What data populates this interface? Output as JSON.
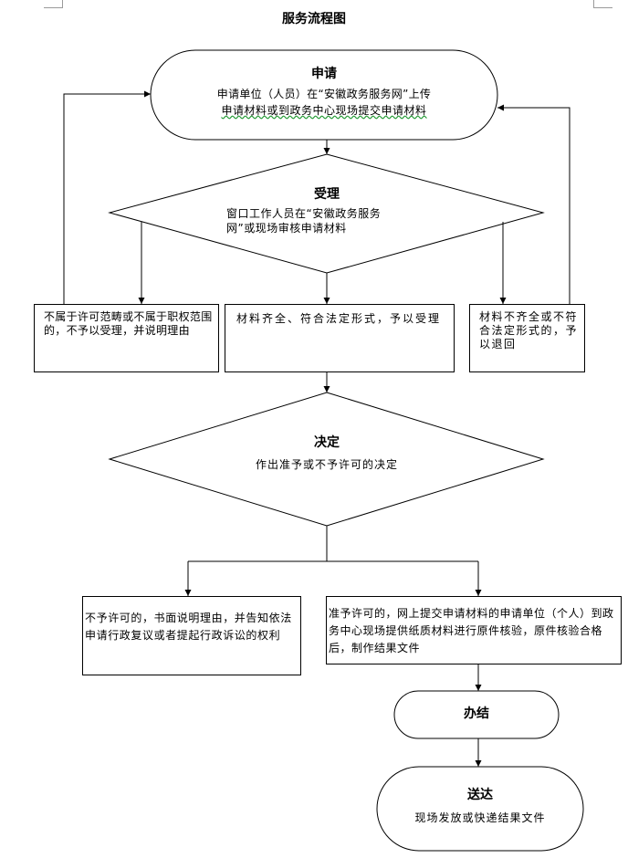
{
  "title": "服务流程图",
  "apply": {
    "heading": "申请",
    "line1": "申请单位（人员）在“安徽政务服务网”上传",
    "line2": "申请材料或到政务中心现场提交申请材料"
  },
  "accept": {
    "heading": "受理",
    "line1": "窗口工作人员在“安徽政务服务",
    "line2": "网”或现场审核申请材料"
  },
  "outcomes": {
    "reject": "不属于许可范畴或不属于职权范围的，不予以受理，并说明理由",
    "accepted": "材料齐全、符合法定形式，予以受理",
    "returned": "材料不齐全或不符合法定形式的，予以退回"
  },
  "decide": {
    "heading": "决定",
    "text": "作出准予或不予许可的决定"
  },
  "decisions": {
    "deny": "不予许可的，书面说明理由，并告知依法申请行政复议或者提起行政诉讼的权利",
    "grant": "准予许可的，网上提交申请材料的申请单位（个人）到政务中心现场提供纸质材料进行原件核验，原件核验合格后，制作结果文件"
  },
  "finish": {
    "heading": "办结"
  },
  "deliver": {
    "heading": "送达",
    "text": "现场发放或快递结果文件"
  }
}
